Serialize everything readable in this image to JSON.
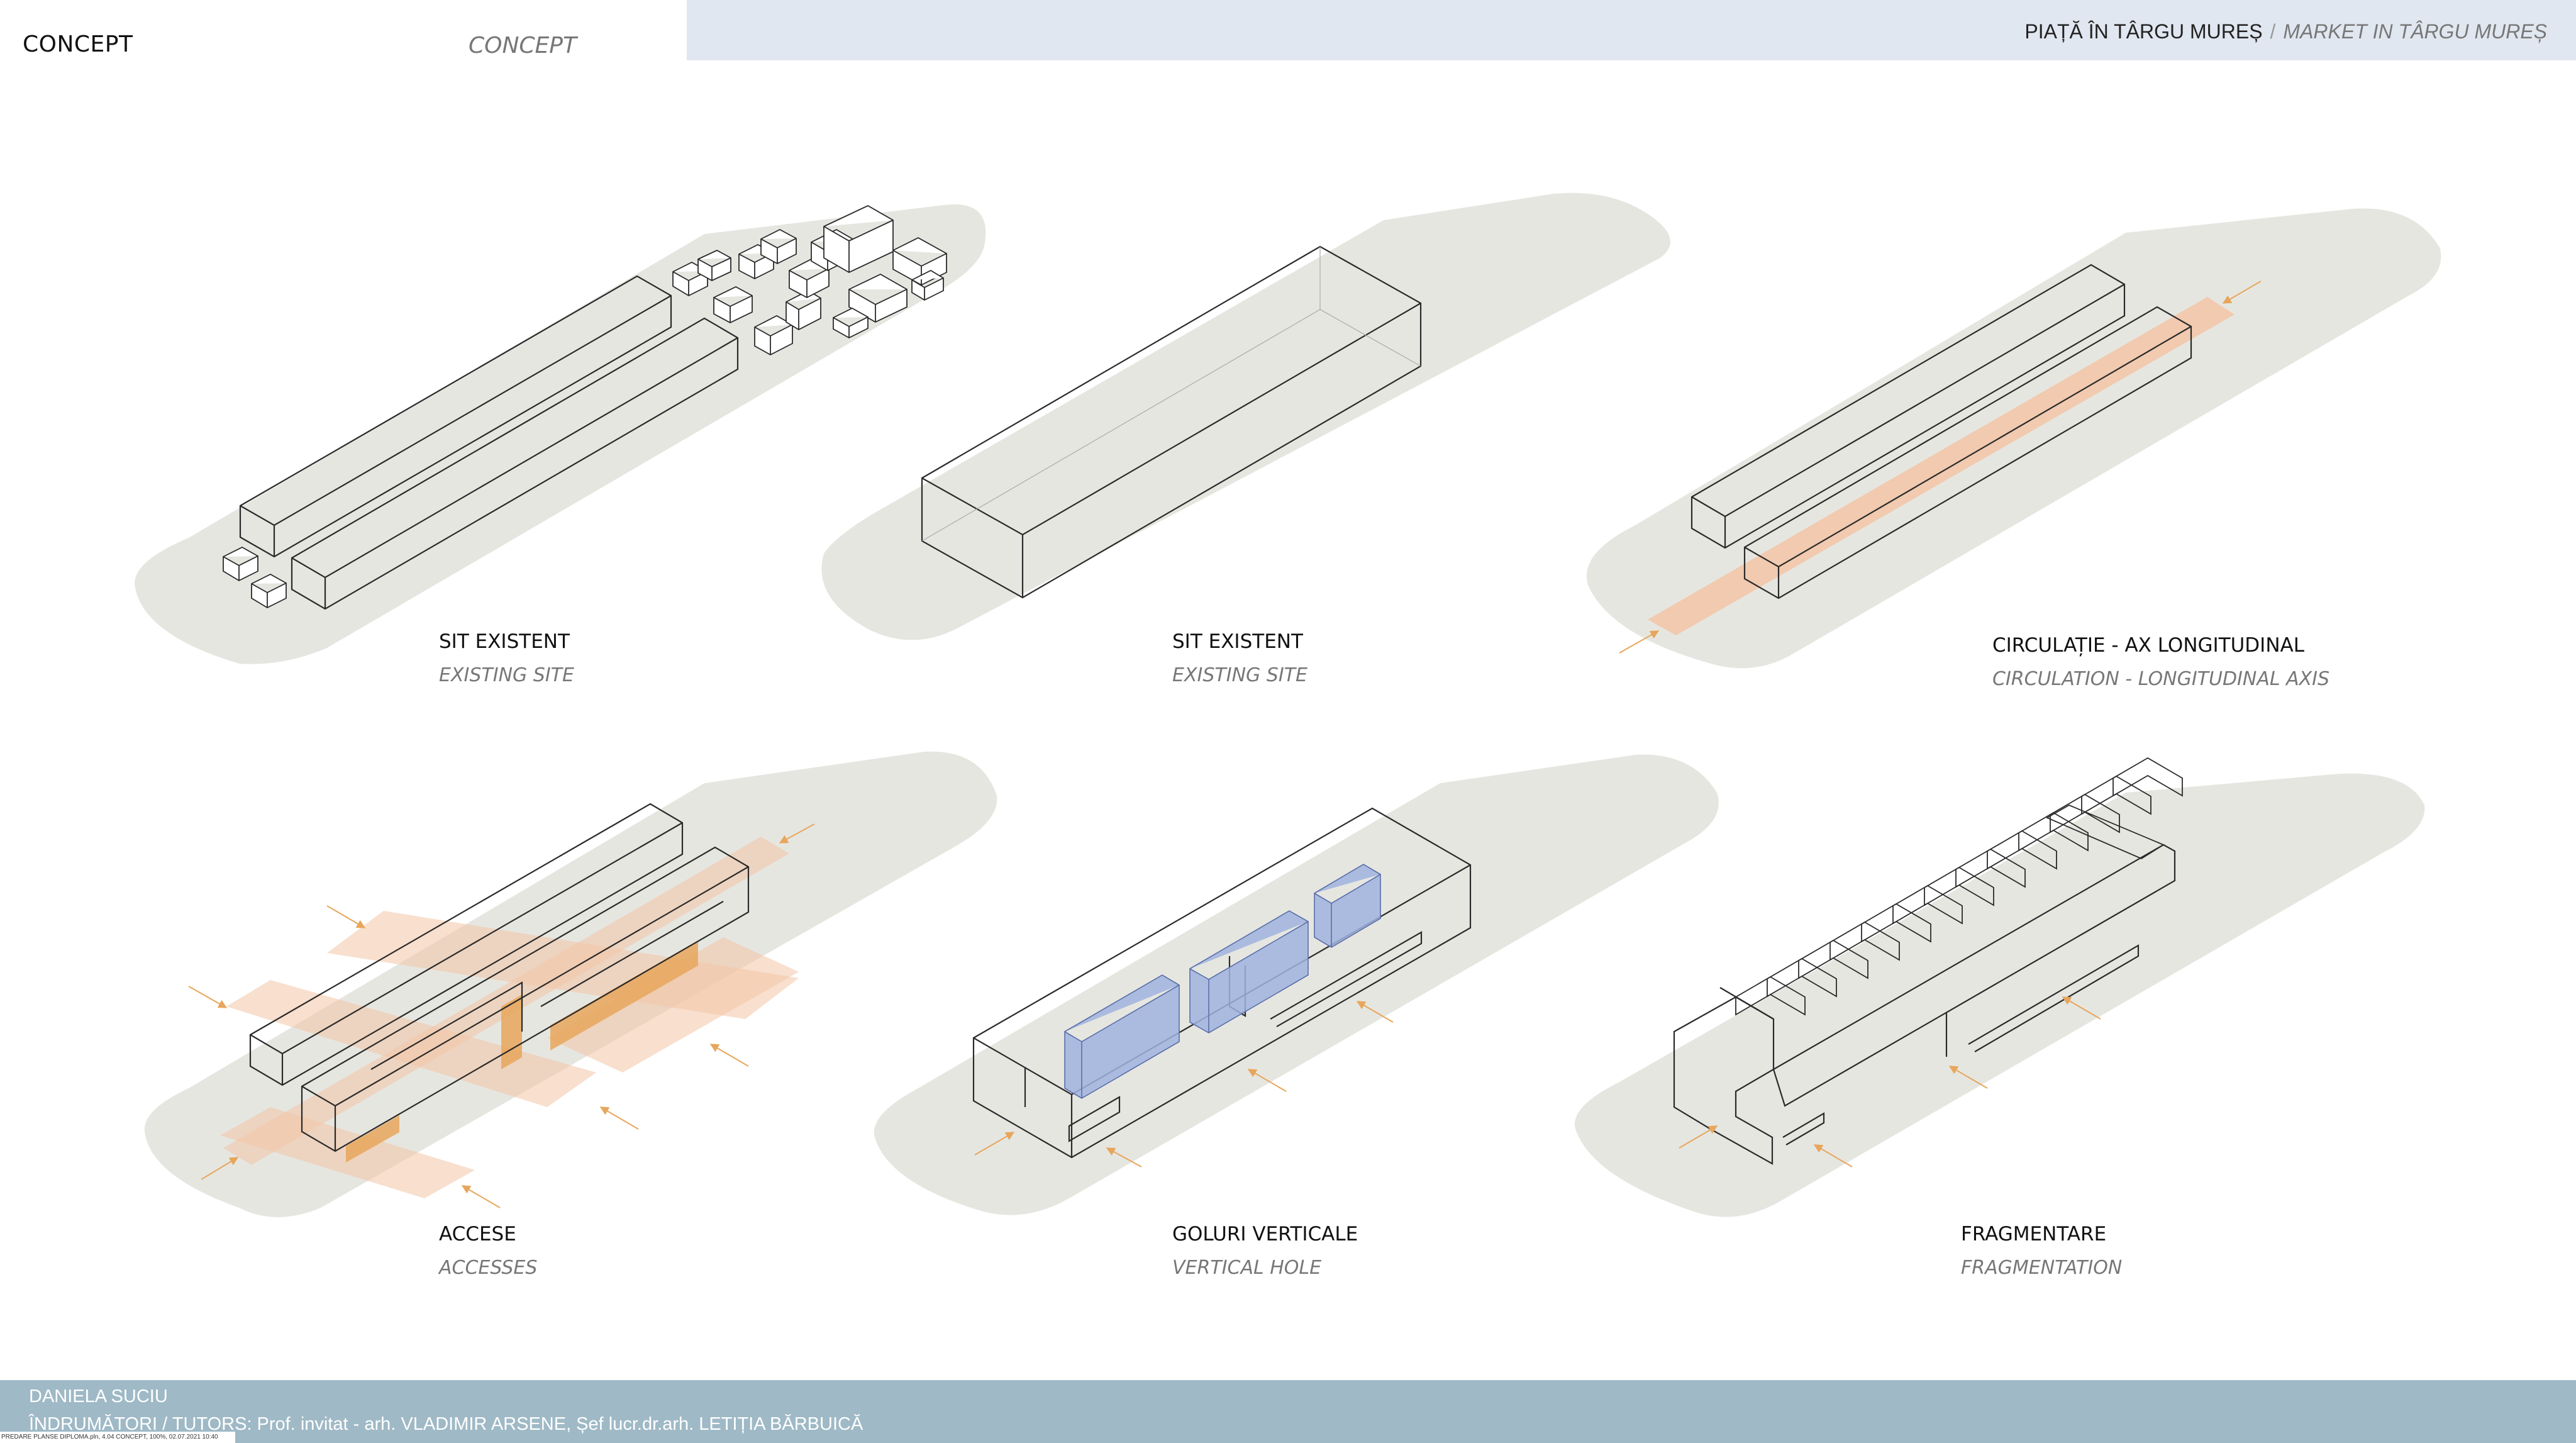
{
  "header": {
    "left_title": "CONCEPT",
    "left_title_en": "CONCEPT",
    "project_ro": "PIAȚĂ ÎN TÂRGU MUREȘ",
    "separator": "/",
    "project_en": "MARKET IN TÂRGU MUREȘ"
  },
  "panels": [
    {
      "title_ro": "SIT EXISTENT",
      "title_en": "EXISTING SITE"
    },
    {
      "title_ro": "SIT EXISTENT",
      "title_en": "EXISTING SITE"
    },
    {
      "title_ro": "CIRCULAȚIE - AX LONGITUDINAL",
      "title_en": "CIRCULATION - LONGITUDINAL AXIS"
    },
    {
      "title_ro": "ACCESE",
      "title_en": "ACCESSES"
    },
    {
      "title_ro": "GOLURI VERTICALE",
      "title_en": "VERTICAL HOLE"
    },
    {
      "title_ro": "FRAGMENTARE",
      "title_en": "FRAGMENTATION"
    }
  ],
  "footer": {
    "author": "DANIELA SUCIU",
    "tutors": "ÎNDRUMĂTORI / TUTORS: Prof. invitat - arh. VLADIMIR ARSENE,   Șef lucr.dr.arh. LETIȚIA BĂRBUICĂ",
    "file_stamp": "PREDARE PLANSE DIPLOMA.pln, 4.04 CONCEPT, 100%, 02.07.2021 10:40"
  },
  "colors": {
    "site": "#e6e6e1",
    "header_band": "#e1e7f0",
    "footer_band": "#9fb9c6",
    "circulation": "#f2c4a6",
    "access_arrow": "#e7a65c",
    "vertical_hole": "#9fb3de",
    "outline": "#2a2a2a"
  }
}
